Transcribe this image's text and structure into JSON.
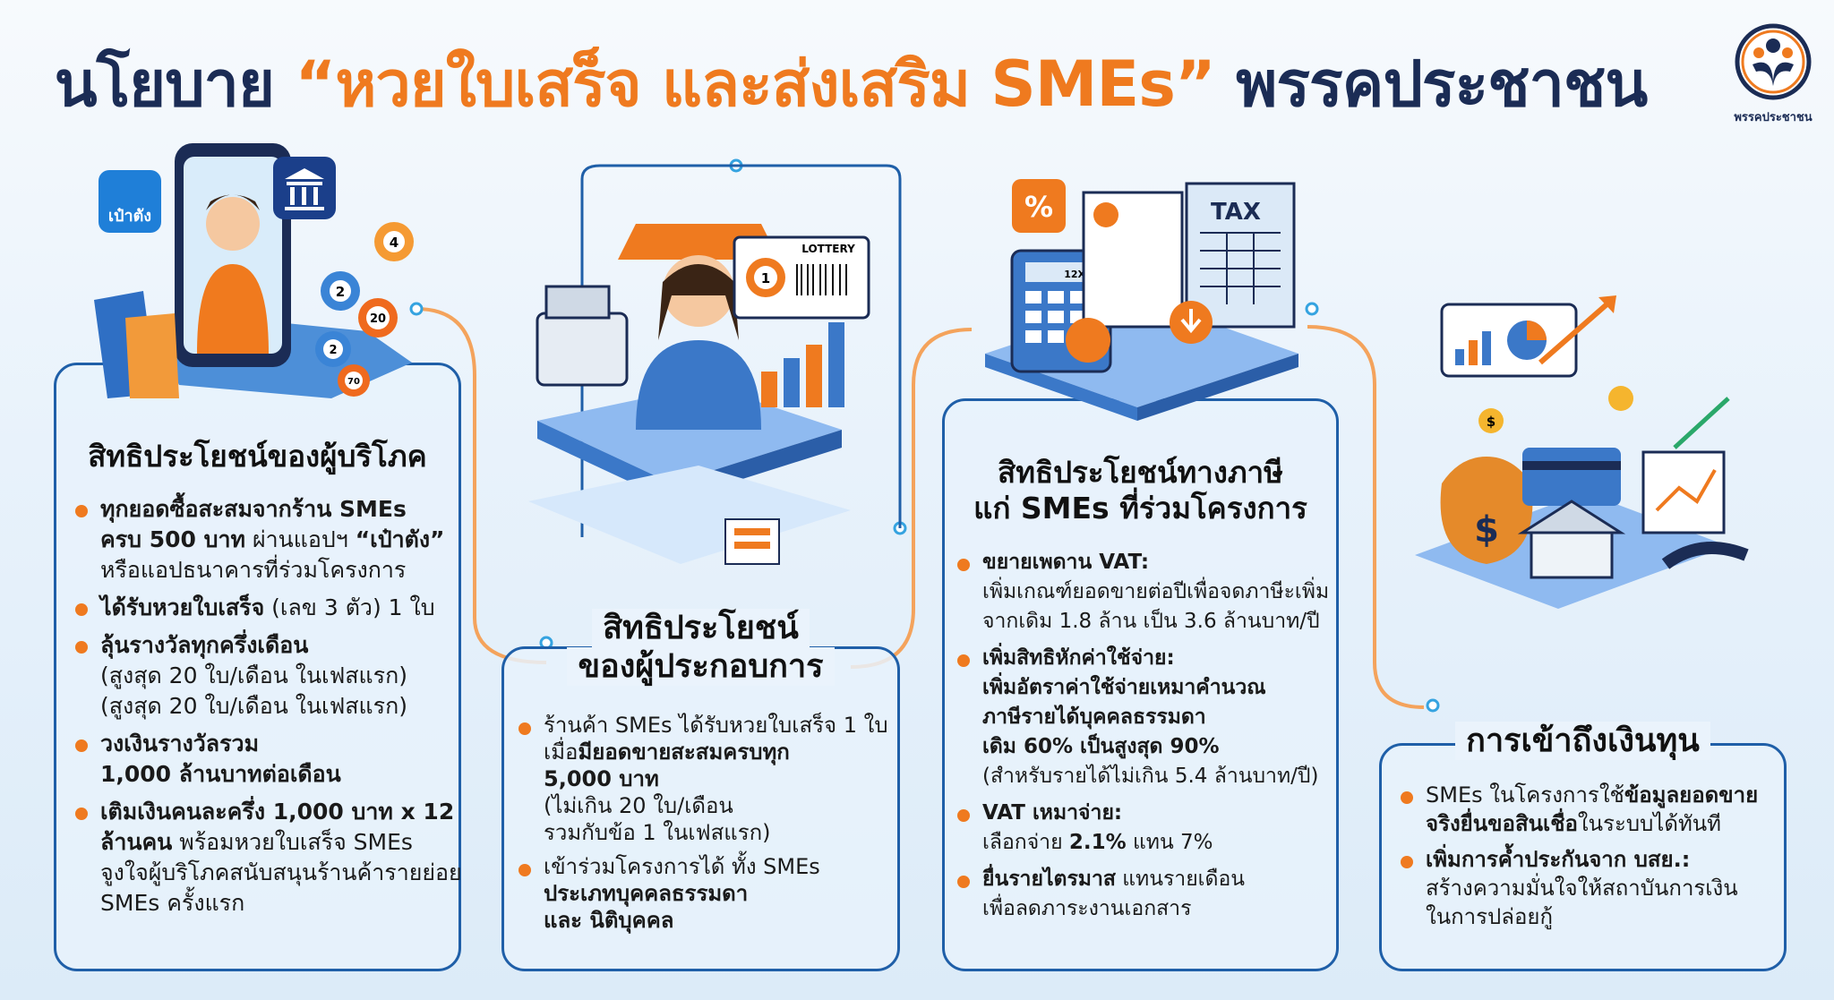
{
  "header": {
    "title_prefix": "นโยบาย ",
    "title_highlight_1": "“หวยใบเสร็จ",
    "title_middle": " และส่งเสริม ",
    "title_highlight_2": "SMEs”",
    "title_suffix": " พรรคประชาชน",
    "logo_text": "พรรคประชาชน"
  },
  "colors": {
    "accent": "#ef7a1f",
    "navy": "#1b2c55",
    "border": "#1f5fa8",
    "background": "#e8f2fb"
  },
  "illustrations": {
    "wallet_app_label": "เป๋าตัง",
    "lottery_label": "LOTTERY",
    "lottery_number": "1",
    "tax_label": "TAX",
    "calculator_label": "12X",
    "balls": [
      "4",
      "2",
      "20",
      "2",
      "70"
    ],
    "percent_symbol": "%",
    "dollar_symbol": "$"
  },
  "panels": [
    {
      "title_lines": [
        "สิทธิประโยชน์ของผู้บริโภค"
      ],
      "bullets": [
        {
          "lines": [
            [
              {
                "t": "ทุกยอดซื้อสะสมจากร้าน SMEs",
                "b": true
              }
            ],
            [
              {
                "t": "ครบ 500 บาท",
                "b": true
              },
              {
                "t": " ผ่านแอปฯ ",
                "b": false
              },
              {
                "t": "“เป๋าตัง”",
                "b": true
              }
            ],
            [
              {
                "t": "หรือแอปธนาคารที่ร่วมโครงการ",
                "b": false
              }
            ]
          ]
        },
        {
          "lines": [
            [
              {
                "t": "ได้รับหวยใบเสร็จ",
                "b": true
              },
              {
                "t": " (เลข 3 ตัว) 1 ใบ",
                "b": false
              }
            ]
          ]
        },
        {
          "lines": [
            [
              {
                "t": "ลุ้นรางวัลทุกครึ่งเดือน",
                "b": true
              }
            ],
            [
              {
                "t": "(สูงสุด 20 ใบ/เดือน ในเฟสแรก)",
                "b": false
              }
            ],
            [
              {
                "t": "(สูงสุด 20 ใบ/เดือน ในเฟสแรก)",
                "b": false
              }
            ]
          ]
        },
        {
          "lines": [
            [
              {
                "t": "วงเงินรางวัลรวม",
                "b": true
              }
            ],
            [
              {
                "t": "1,000 ล้านบาทต่อเดือน",
                "b": true
              }
            ]
          ]
        },
        {
          "lines": [
            [
              {
                "t": "เติมเงินคนละครึ่ง 1,000 บาท x 12",
                "b": true
              }
            ],
            [
              {
                "t": "ล้านคน",
                "b": true
              },
              {
                "t": " พร้อมหวยใบเสร็จ SMEs",
                "b": false
              }
            ],
            [
              {
                "t": "จูงใจผู้บริโภคสนับสนุนร้านค้ารายย่อย",
                "b": false
              }
            ],
            [
              {
                "t": "SMEs ครั้งแรก",
                "b": false
              }
            ]
          ]
        }
      ]
    },
    {
      "title_lines": [
        "สิทธิประโยชน์",
        "ของผู้ประกอบการ"
      ],
      "bullets": [
        {
          "lines": [
            [
              {
                "t": "ร้านค้า SMEs ได้รับหวยใบเสร็จ 1 ใบ",
                "b": false
              }
            ],
            [
              {
                "t": "เมื่อ",
                "b": false
              },
              {
                "t": "มียอดขายสะสมครบทุก",
                "b": true
              }
            ],
            [
              {
                "t": "5,000 บาท",
                "b": true
              }
            ],
            [
              {
                "t": "(ไม่เกิน 20 ใบ/เดือน",
                "b": false
              }
            ],
            [
              {
                "t": "รวมกับข้อ 1 ในเฟสแรก)",
                "b": false
              }
            ]
          ]
        },
        {
          "lines": [
            [
              {
                "t": "เข้าร่วมโครงการได้ ทั้ง SMEs",
                "b": false
              }
            ],
            [
              {
                "t": "ประเภทบุคคลธรรมดา",
                "b": true
              }
            ],
            [
              {
                "t": "และ นิติบุคคล",
                "b": true
              }
            ]
          ]
        }
      ]
    },
    {
      "title_lines": [
        "สิทธิประโยชน์ทางภาษี",
        "แก่ SMEs ที่ร่วมโครงการ"
      ],
      "bullets": [
        {
          "lines": [
            [
              {
                "t": "ขยายเพดาน VAT:",
                "b": true
              }
            ],
            [
              {
                "t": "เพิ่มเกณฑ์ยอดขายต่อปีเพื่อจดภาษีะเพิ่ม",
                "b": false
              }
            ],
            [
              {
                "t": "จากเดิม 1.8 ล้าน เป็น 3.6 ล้านบาท/ปี",
                "b": false
              }
            ]
          ]
        },
        {
          "lines": [
            [
              {
                "t": "เพิ่มสิทธิหักค่าใช้จ่าย:",
                "b": true
              }
            ],
            [
              {
                "t": "เพิ่มอัตราค่าใช้จ่ายเหมาคำนวณ",
                "b": true
              }
            ],
            [
              {
                "t": "ภาษีรายได้บุคคลธรรมดา",
                "b": true
              }
            ],
            [
              {
                "t": "เดิม 60% เป็นสูงสุด 90%",
                "b": true
              }
            ],
            [
              {
                "t": "(สำหรับรายได้ไม่เกิน 5.4 ล้านบาท/ปี)",
                "b": false
              }
            ]
          ]
        },
        {
          "lines": [
            [
              {
                "t": "VAT เหมาจ่าย:",
                "b": true
              }
            ],
            [
              {
                "t": "เลือกจ่าย ",
                "b": false
              },
              {
                "t": "2.1%",
                "b": true
              },
              {
                "t": " แทน 7%",
                "b": false
              }
            ]
          ]
        },
        {
          "lines": [
            [
              {
                "t": "ยื่นรายไตรมาส",
                "b": true
              },
              {
                "t": " แทนรายเดือน",
                "b": false
              }
            ],
            [
              {
                "t": "เพื่อลดภาระงานเอกสาร",
                "b": false
              }
            ]
          ]
        }
      ]
    },
    {
      "title_lines": [
        "การเข้าถึงเงินทุน"
      ],
      "bullets": [
        {
          "lines": [
            [
              {
                "t": "SMEs ในโครงการใช้",
                "b": false
              },
              {
                "t": "ข้อมูลยอดขาย",
                "b": true
              }
            ],
            [
              {
                "t": "จริงยื่นขอสินเชื่อ",
                "b": true
              },
              {
                "t": "ในระบบได้ทันที",
                "b": false
              }
            ]
          ]
        },
        {
          "lines": [
            [
              {
                "t": "เพิ่มการค้ำประกันจาก บสย.:",
                "b": true
              }
            ],
            [
              {
                "t": "สร้างความมั่นใจให้สถาบันการเงิน",
                "b": false
              }
            ],
            [
              {
                "t": "ในการปล่อยกู้",
                "b": false
              }
            ]
          ]
        }
      ]
    }
  ]
}
